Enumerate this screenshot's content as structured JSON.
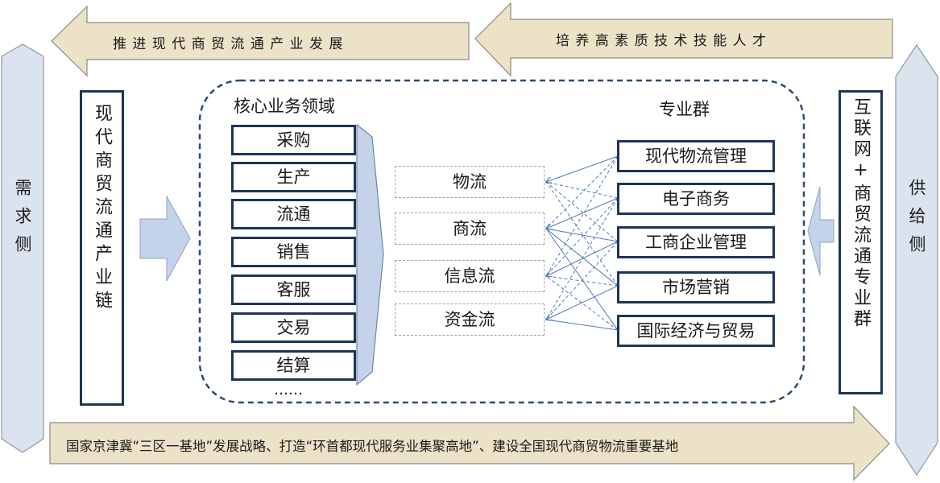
{
  "top_left_arrow": "推 进 现 代 商 贸 流 通 产 业 发 展",
  "top_right_arrow": "培 养 高 素 质 技 术 技 能 人 才",
  "bottom_arrow": "国家京津冀“三区一基地”发展战略、打造“环首都现代服务业集聚高地”、建设全国现代商贸物流重要基地",
  "left_side_label": "需求侧",
  "right_side_label": "供给侧",
  "left_chain_label": "现代商贸流通产业链",
  "right_group_label": "互联网+商贸流通专业群",
  "core_area_title": "核心业务领域",
  "major_group_title": "专业群",
  "core_items": [
    "采购",
    "生产",
    "流通",
    "销售",
    "客服",
    "交易",
    "结算"
  ],
  "core_more": "……",
  "flows": [
    "物流",
    "商流",
    "信息流",
    "资金流"
  ],
  "majors": [
    "现代物流管理",
    "电子商务",
    "工商企业管理",
    "市场营销",
    "国际经济与贸易"
  ],
  "colors": {
    "arrow_fill": "#ece2c8",
    "arrow_stroke": "#8e8a80",
    "side_fill": "#dbe3ee",
    "blue_arrow": "#c5d3ea",
    "navy": "#1e3557",
    "connector": "#4f7ab8"
  }
}
